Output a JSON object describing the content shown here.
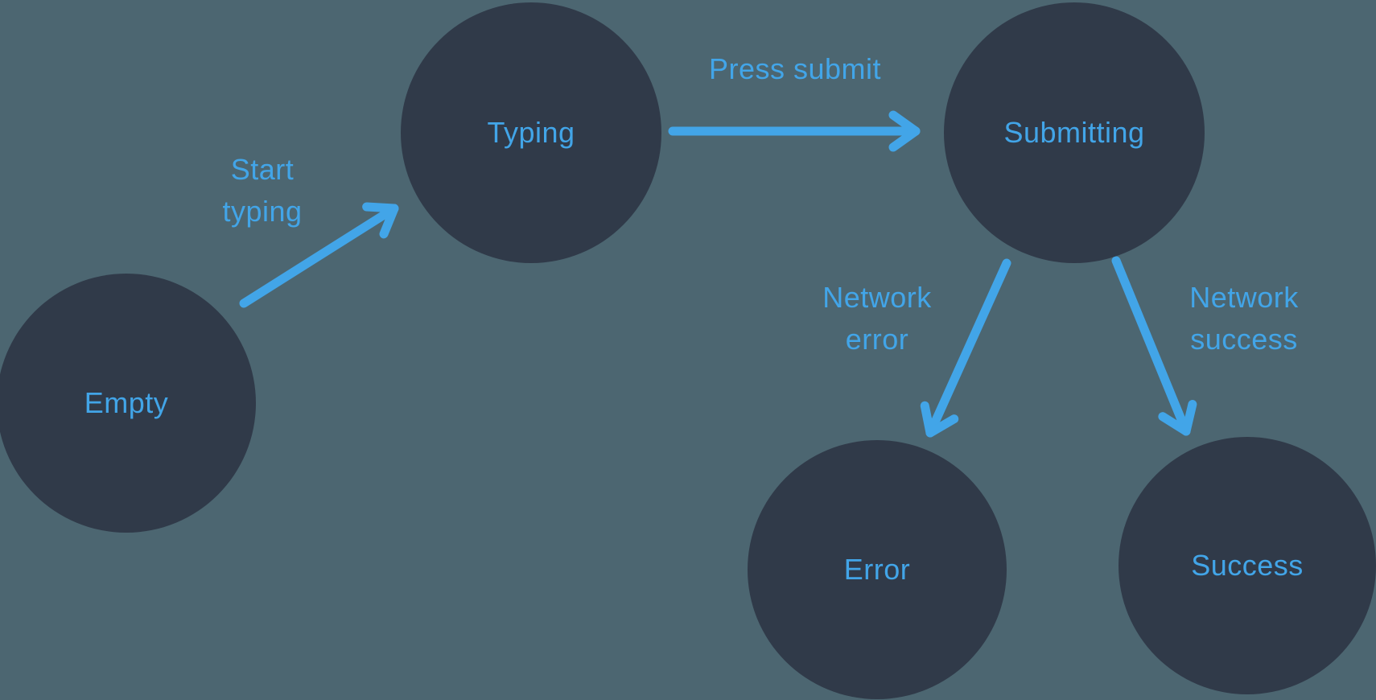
{
  "diagram": {
    "type": "state-machine",
    "nodes": [
      {
        "id": "empty",
        "label": "Empty"
      },
      {
        "id": "typing",
        "label": "Typing"
      },
      {
        "id": "submitting",
        "label": "Submitting"
      },
      {
        "id": "error",
        "label": "Error"
      },
      {
        "id": "success",
        "label": "Success"
      }
    ],
    "edges": [
      {
        "from": "empty",
        "to": "typing",
        "label": "Start typing",
        "label_lines": [
          "Start",
          "typing"
        ]
      },
      {
        "from": "typing",
        "to": "submitting",
        "label": "Press submit",
        "label_lines": [
          "Press submit"
        ]
      },
      {
        "from": "submitting",
        "to": "error",
        "label": "Network error",
        "label_lines": [
          "Network",
          "error"
        ]
      },
      {
        "from": "submitting",
        "to": "success",
        "label": "Network success",
        "label_lines": [
          "Network",
          "success"
        ]
      }
    ]
  },
  "colors": {
    "background": "#4c6671",
    "node-fill": "#303a49",
    "accent": "#42a5e8"
  }
}
